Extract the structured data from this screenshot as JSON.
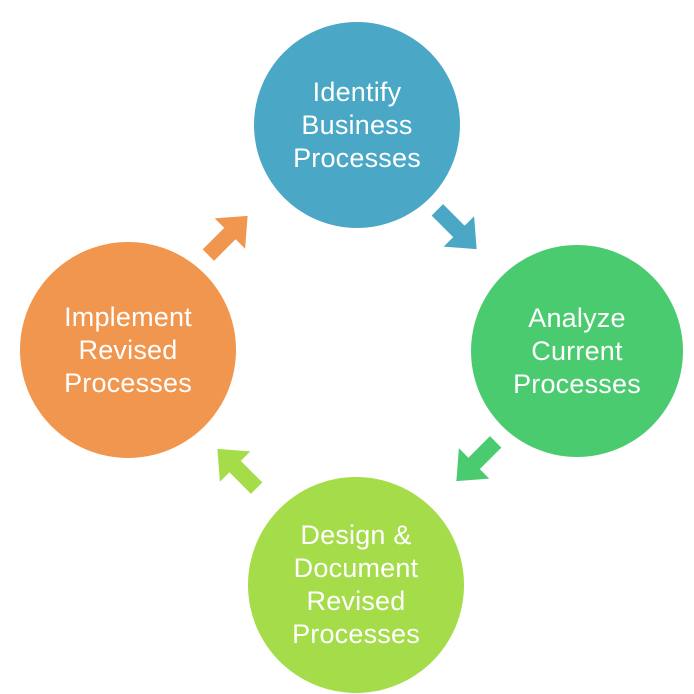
{
  "diagram": {
    "type": "cycle",
    "background_color": "#FFFFFF",
    "text_color": "#FFFFFF",
    "nodes": [
      {
        "label": "Identify\nBusiness\nProcesses",
        "color": "#4AA7C5"
      },
      {
        "label": "Analyze\nCurrent\nProcesses",
        "color": "#4BCB70"
      },
      {
        "label": "Design &\nDocument\nRevised\nProcesses",
        "color": "#A5DC49"
      },
      {
        "label": "Implement\nRevised\nProcesses",
        "color": "#F0964F"
      }
    ],
    "arrows": [
      {
        "from": "Identify Business Processes",
        "to": "Analyze Current Processes",
        "direction": "down-right",
        "color": "#4AA7C5"
      },
      {
        "from": "Analyze Current Processes",
        "to": "Design & Document Revised Processes",
        "direction": "down-left",
        "color": "#4BCB70"
      },
      {
        "from": "Design & Document Revised Processes",
        "to": "Implement Revised Processes",
        "direction": "up-left",
        "color": "#A5DC49"
      },
      {
        "from": "Implement Revised Processes",
        "to": "Identify Business Processes",
        "direction": "up-right",
        "color": "#F0964F"
      }
    ]
  }
}
